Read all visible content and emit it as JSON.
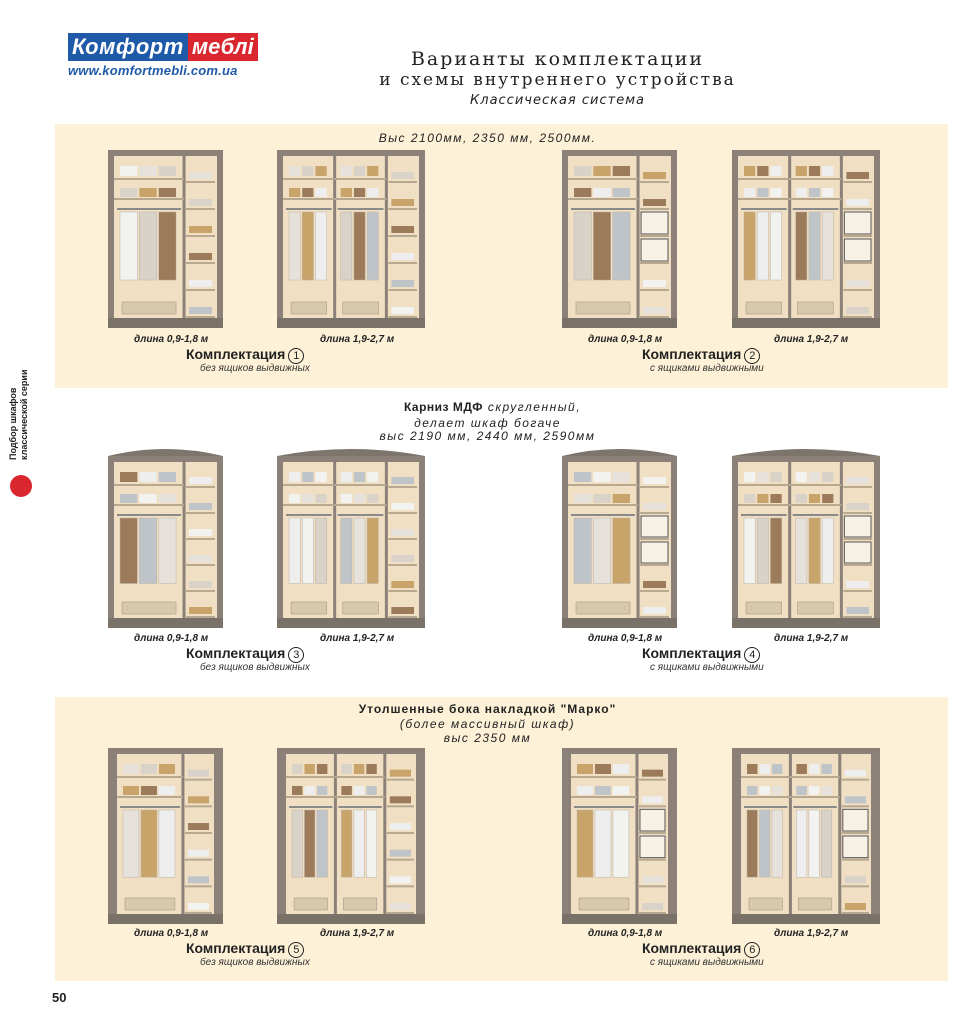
{
  "logo": {
    "part1": "Комфорт",
    "part2": "меблі",
    "url": "www.komfortmebli.com.ua"
  },
  "header": {
    "title1": "Варианты  комплектации",
    "title2": "и  схемы  внутреннего  устройства",
    "title3": "Классическая система"
  },
  "sidebar": {
    "text": "Подбор шкафов классической серии"
  },
  "section1": {
    "heights": "Выс 2100мм, 2350 мм, 2500мм."
  },
  "section2": {
    "line1_bold": "Карниз МДФ",
    "line1_rest": " скругленный,",
    "line2": "делает шкаф богаче",
    "line3": "выс 2190 мм, 2440 мм,  2590мм"
  },
  "section3": {
    "line1": "Утолшенные бока накладкой \"Марко\"",
    "line2": "(более массивный шкаф)",
    "line3": "выс 2350 мм"
  },
  "lengths": {
    "small": "длина 0,9-1,8 м",
    "large": "длина 1,9-2,7 м"
  },
  "komplekt": {
    "label": "Комплектация",
    "no_drawers": "без ящиков выдвижных",
    "with_drawers": "с ящиками выдвижными",
    "items": [
      "1",
      "2",
      "3",
      "4",
      "5",
      "6"
    ]
  },
  "page_number": "50",
  "colors": {
    "wood_outer": "#8b8178",
    "wood_inner": "#f1dfc3",
    "band": "#fdf1d8",
    "brand_blue": "#1f5aa8",
    "brand_red": "#d9262f"
  }
}
